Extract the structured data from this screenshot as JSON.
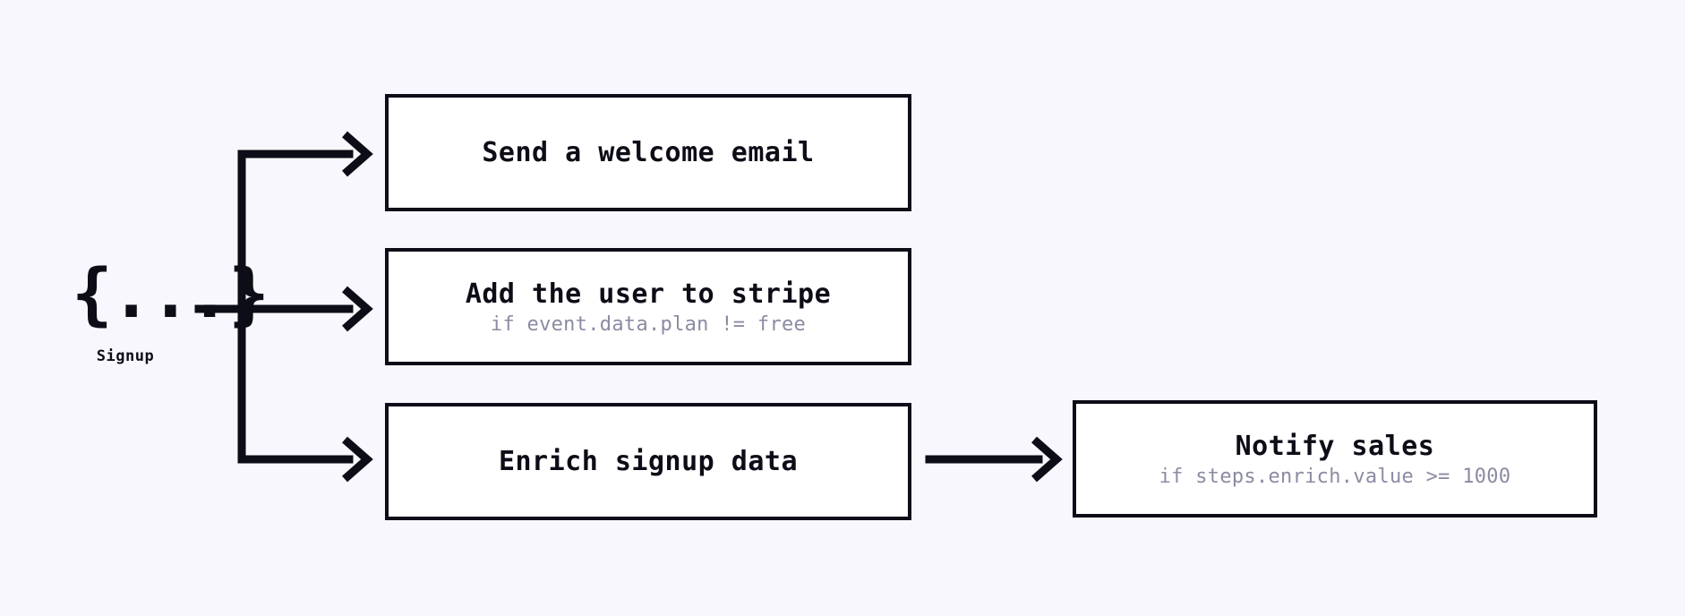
{
  "diagram": {
    "background_color": "#f8f7fd",
    "line_color": "#0d0d17",
    "box_fill": "#ffffff",
    "condition_color": "#8b8ba3"
  },
  "trigger": {
    "glyph": "{...}",
    "glyph_icon_name": "event-payload-icon",
    "label": "Signup"
  },
  "steps": [
    {
      "id": "welcome",
      "title": "Send a welcome email",
      "condition": ""
    },
    {
      "id": "stripe",
      "title": "Add the user to stripe",
      "condition": "if event.data.plan != free"
    },
    {
      "id": "enrich",
      "title": "Enrich signup data",
      "condition": ""
    },
    {
      "id": "notify",
      "title": "Notify sales",
      "condition": "if steps.enrich.value >= 1000"
    }
  ]
}
